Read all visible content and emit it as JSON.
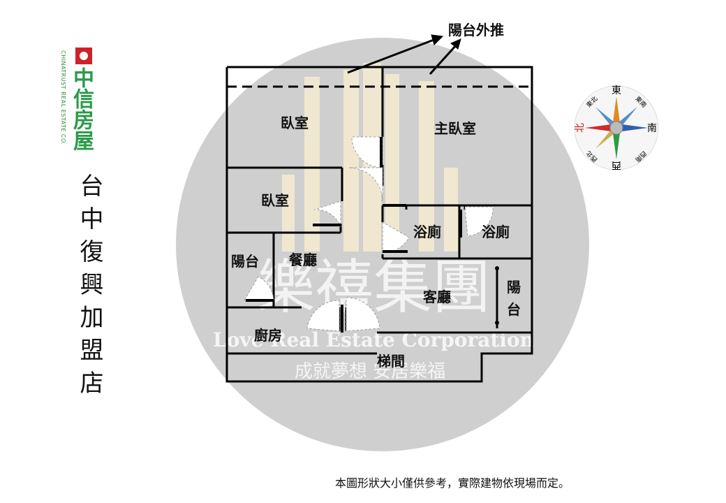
{
  "logo": {
    "side_text": "CHINATRUST REAL ESTATE CO.",
    "brand": "中信房屋",
    "brand_color": "#2a9a48",
    "mark_color": "#d0202a"
  },
  "store_name": "台中復興加盟店",
  "annotation": {
    "balcony_extension": "陽台外推"
  },
  "rooms": {
    "bedroom_top": "臥室",
    "master_bedroom": "主臥室",
    "bedroom_middle": "臥室",
    "bathroom_1": "浴廁",
    "bathroom_2": "浴廁",
    "balcony_left": "陽台",
    "dining": "餐廳",
    "living": "客廳",
    "balcony_right": "陽台",
    "kitchen": "廚房",
    "stairs": "梯間"
  },
  "watermark": {
    "title": "樂禧集團",
    "subtitle": "Love Real Estate Corporation",
    "slogan": "成就夢想 安居樂福"
  },
  "compass": {
    "east": "東",
    "south": "南",
    "west": "西",
    "north": "北",
    "northeast": "東北",
    "southeast": "東南",
    "southwest": "西南",
    "northwest": "西北"
  },
  "disclaimer": "本圖形狀大小僅供參考，實際建物依現場而定。"
}
